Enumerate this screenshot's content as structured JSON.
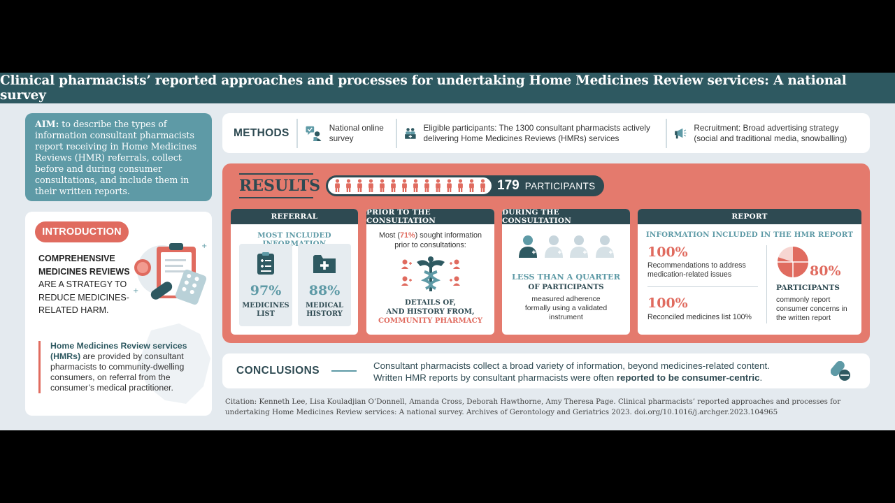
{
  "title": "Clinical pharmacists’ reported approaches and processes for undertaking Home Medicines Review services: A national survey",
  "aim": {
    "label": "AIM:",
    "text": " to describe the types of information consultant pharmacists report receiving in Home Medicines Reviews (HMR) referrals, collect before and during consumer consultations, and include them in their written reports."
  },
  "introduction": {
    "badge": "INTRODUCTION",
    "line1": "COMPREHENSIVE MEDICINES REVIEWS",
    "line2": " ARE A STRATEGY TO REDUCE MEDICINES-RELATED HARM.",
    "quote_bold": "Home Medicines Review services (HMRs)",
    "quote_rest": " are provided by consultant pharmacists to community-dwelling consumers, on referral from the consumer’s medical practitioner."
  },
  "methods": {
    "label": "METHODS",
    "items": [
      {
        "icon": "survey-icon",
        "text": "National online survey"
      },
      {
        "icon": "pharmacists-icon",
        "text": "Eligible participants: The 1300 consultant pharmacists actively delivering Home Medicines Reviews (HMRs) services"
      },
      {
        "icon": "megaphone-icon",
        "text": "Recruitment: Broad advertising strategy (social and traditional media, snowballing)"
      }
    ]
  },
  "results": {
    "label": "RESULTS",
    "participants_number": "179",
    "participants_label": "PARTICIPANTS",
    "people_icon_count": 14
  },
  "referral": {
    "heading": "REFERRAL",
    "subheading": "MOST INCLUDED INFORMATION",
    "medicines_list_pct": "97%",
    "medicines_list_label": "MEDICINES LIST",
    "medical_history_pct": "88%",
    "medical_history_label": "MEDICAL HISTORY"
  },
  "prior": {
    "heading": "PRIOR TO THE CONSULTATION",
    "text_before": "Most (",
    "pct": "71%",
    "text_after": ") sought information prior to consultations:",
    "details_line1": "DETAILS OF,",
    "details_line2": "AND HISTORY FROM,",
    "details_line3": "COMMUNITY PHARMACY"
  },
  "during": {
    "heading": "DURING THE CONSULTATION",
    "bold1": "LESS THAN A QUARTER",
    "bold2": "OF PARTICIPANTS",
    "text": "measured adherence formally using a validated instrument",
    "highlighted_people": 1,
    "total_people": 4
  },
  "report": {
    "heading": "REPORT",
    "subheading": "INFORMATION INCLUDED IN THE HMR REPORT",
    "stat1_pct": "100%",
    "stat1_text": "Recommendations to address medication-related issues",
    "stat2_pct": "100%",
    "stat2_text": "Reconciled medicines list 100%",
    "consumer_pct": "80%",
    "consumer_fraction": 0.8,
    "participants_label": "PARTICIPANTS",
    "consumer_text": "commonly report consumer concerns in the written report"
  },
  "conclusions": {
    "label": "CONCLUSIONS",
    "line1": "Consultant pharmacists collect a broad variety of information, beyond medicines-related content.",
    "line2_plain": "Written HMR reports by consultant pharmacists were often ",
    "line2_bold": "reported to be consumer-centric",
    "line2_end": "."
  },
  "citation": "Citation: Kenneth Lee, Lisa Kouladjian O’Donnell, Amanda Cross, Deborah Hawthorne, Amy Theresa Page. Clinical pharmacists’ reported approaches and processes for undertaking Home Medicines Review services: A national survey. Archives of Gerontology and Geriatrics 2023. doi.org/10.1016/j.archger.2023.104965",
  "colors": {
    "teal_dark": "#2e5961",
    "teal": "#5e9aa6",
    "coral": "#e47a6d",
    "red": "#e06b5f",
    "background": "#e4eaef"
  }
}
